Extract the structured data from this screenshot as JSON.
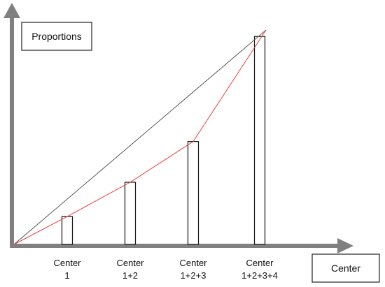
{
  "y_label": "Proportions",
  "x_label": "Center",
  "bars": [
    {
      "label_lines": [
        "Center",
        "1"
      ],
      "value": 0.13
    },
    {
      "label_lines": [
        "Center",
        "1+2"
      ],
      "value": 0.29
    },
    {
      "label_lines": [
        "Center",
        "1+2+3"
      ],
      "value": 0.48
    },
    {
      "label_lines": [
        "Center",
        "1+2+3+4"
      ],
      "value": 0.97
    }
  ],
  "diagonal_end": 1.0,
  "colors": {
    "axis": "#808080",
    "diagonal": "#555555",
    "curve": "#e8413f",
    "bar_stroke": "#111111",
    "text": "#111111"
  }
}
